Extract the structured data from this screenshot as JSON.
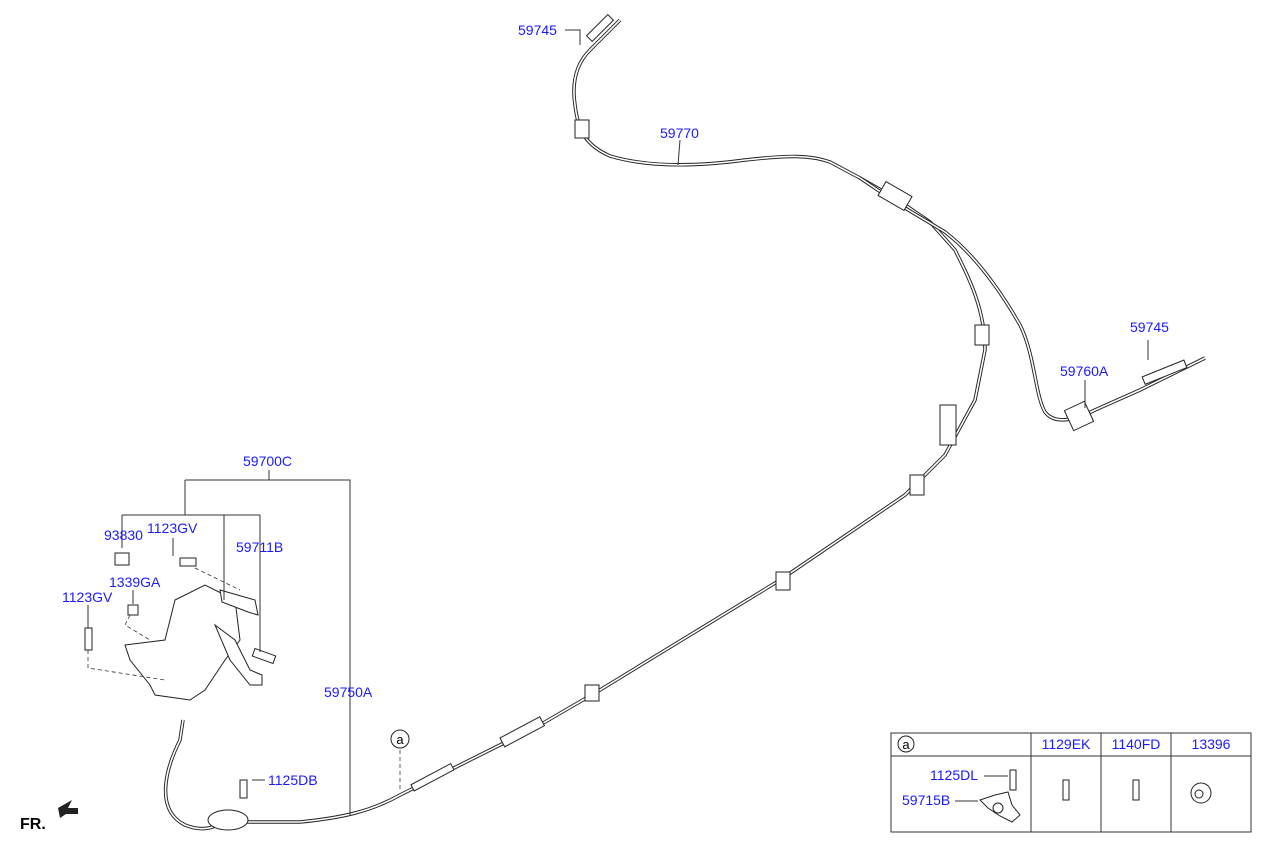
{
  "labels": {
    "clip_top": "59745",
    "rear_cable_left": "59770",
    "clip_right": "59745",
    "rear_cable_right": "59760A",
    "pedal_assy": "59700C",
    "switch": "93830",
    "bolt_upper": "1123GV",
    "pedal_pad": "59711B",
    "nut": "1339GA",
    "bolt_left": "1123GV",
    "front_cable": "59750A",
    "bolt_floor": "1125DB",
    "front_indicator": "FR.",
    "detail_ref": "a"
  },
  "detail_table": {
    "ref": "a",
    "columns": [
      "1129EK",
      "1140FD",
      "13396"
    ],
    "detail_labels": [
      "1125DL",
      "59715B"
    ]
  },
  "colors": {
    "label": "#1a1aff",
    "line": "#222222"
  }
}
